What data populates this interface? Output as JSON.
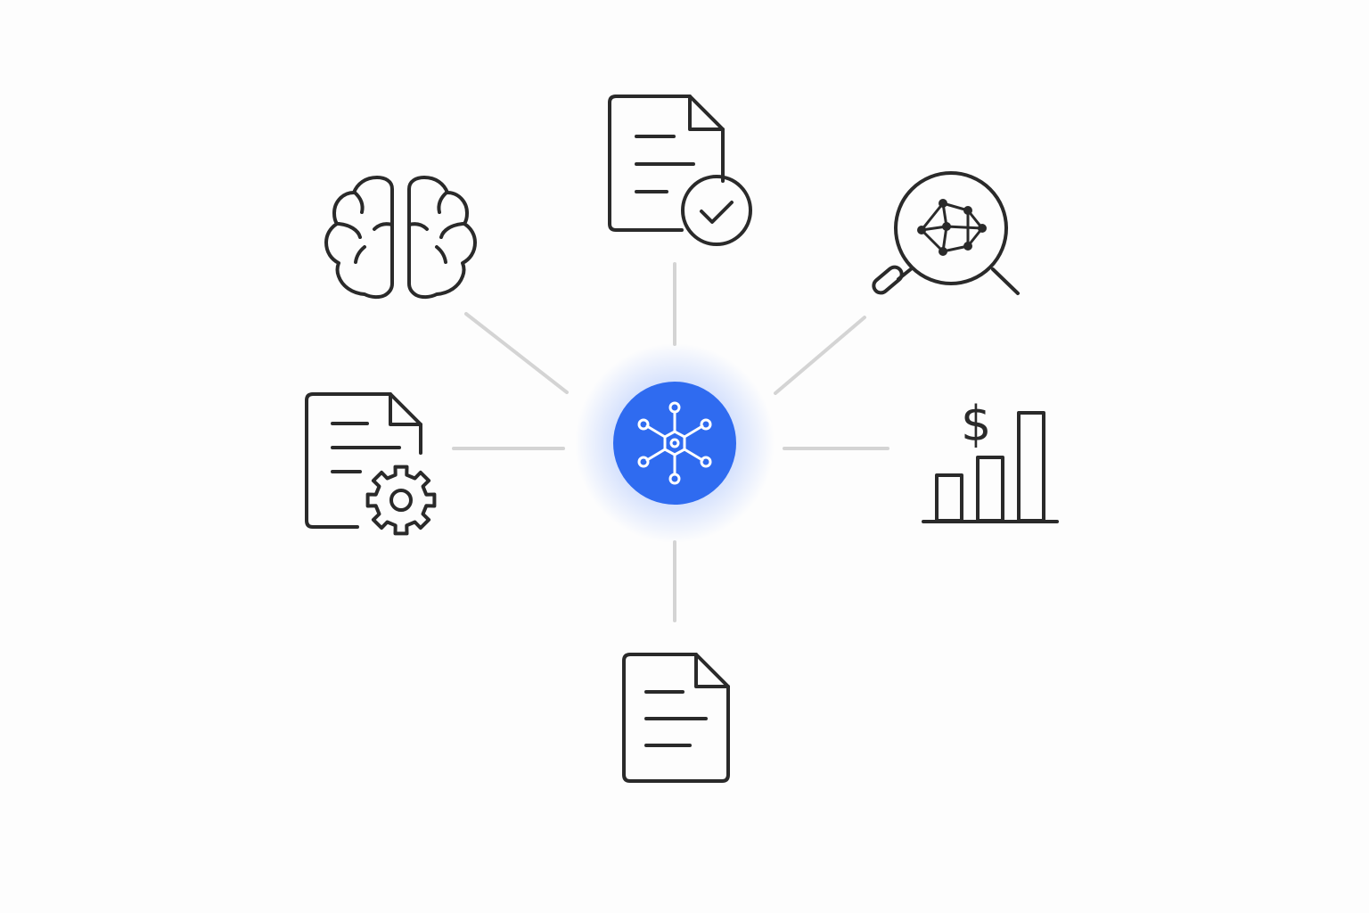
{
  "diagram": {
    "center": {
      "icon": "network-hub-icon"
    },
    "nodes": [
      {
        "id": "brain",
        "icon": "brain-icon"
      },
      {
        "id": "doc-check",
        "icon": "document-check-icon"
      },
      {
        "id": "search-cube",
        "icon": "search-cube-icon"
      },
      {
        "id": "doc-gear",
        "icon": "document-gear-icon"
      },
      {
        "id": "finance-chart",
        "icon": "dollar-bar-chart-icon",
        "symbol": "$"
      },
      {
        "id": "document",
        "icon": "document-icon"
      }
    ]
  },
  "colors": {
    "background": "#fdfdfd",
    "icon_stroke": "#2a2a2a",
    "connector": "#d4d4d4",
    "accent": "#2f6bf0",
    "accent_glow": "#5b8cff",
    "hub_lines": "#ffffff"
  }
}
